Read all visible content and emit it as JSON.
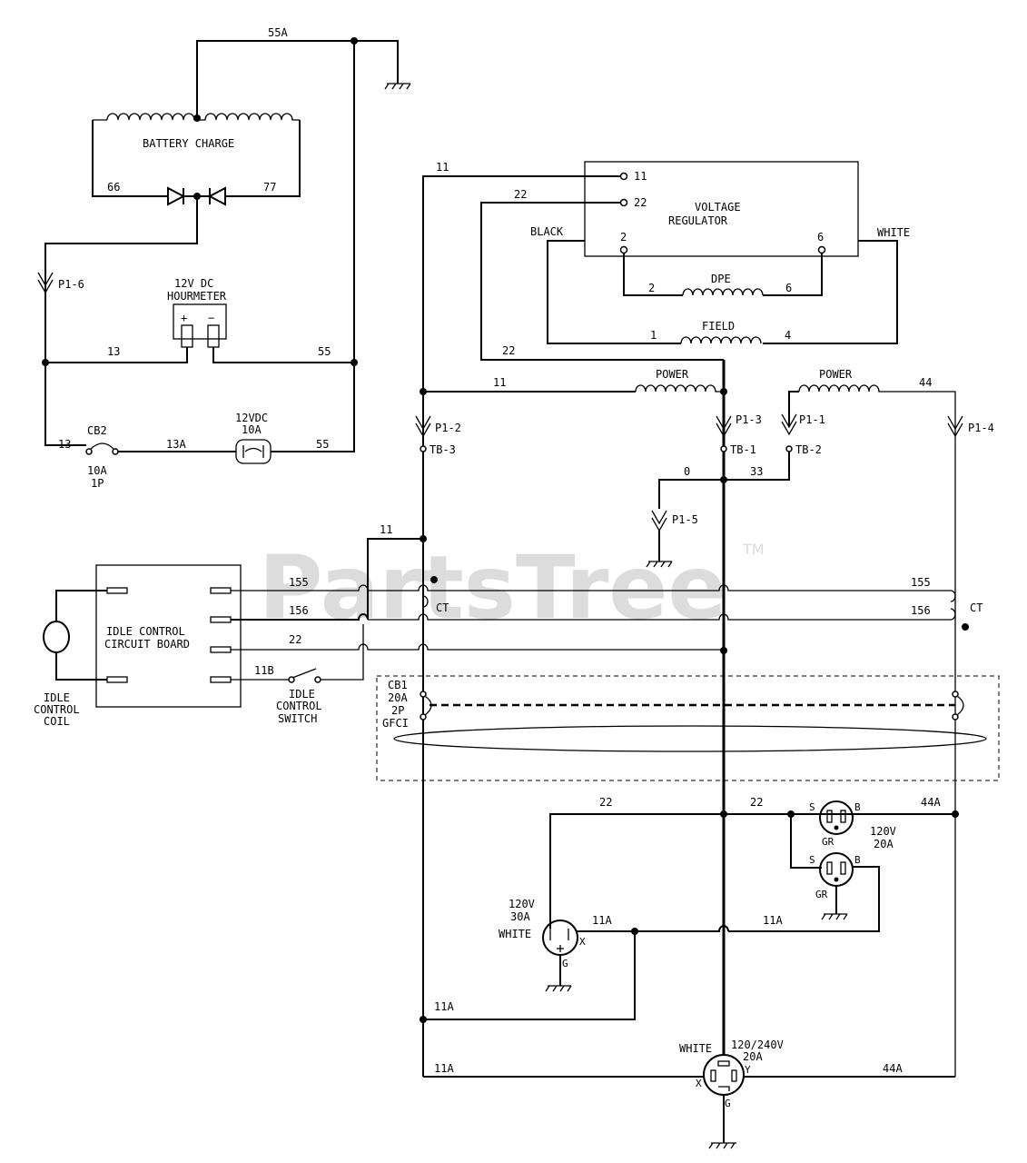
{
  "watermark": {
    "text": "PartsTree",
    "tm": "TM"
  },
  "blocks": {
    "battery_charge": "BATTERY CHARGE",
    "voltage_regulator_1": "VOLTAGE",
    "voltage_regulator_2": "REGULATOR",
    "hourmeter_1": "12V DC",
    "hourmeter_2": "HOURMETER",
    "hourmeter_plus": "+",
    "hourmeter_minus": "−",
    "idle_board_1": "IDLE CONTROL",
    "idle_board_2": "CIRCUIT BOARD",
    "idle_coil_1": "IDLE",
    "idle_coil_2": "CONTROL",
    "idle_coil_3": "COIL",
    "idle_switch_1": "IDLE",
    "idle_switch_2": "CONTROL",
    "idle_switch_3": "SWITCH",
    "dpe": "DPE",
    "field": "FIELD",
    "power_left": "POWER",
    "power_right": "POWER"
  },
  "wires": {
    "w55a": "55A",
    "w66": "66",
    "w77": "77",
    "w11_top": "11",
    "w22_top": "22",
    "black": "BLACK",
    "white": "WHITE",
    "w13": "13",
    "w55": "55",
    "w13_b": "13",
    "w13a": "13A",
    "w55_b": "55",
    "w22_left": "22",
    "w11_power": "11",
    "w44": "44",
    "w0": "0",
    "w33": "33",
    "w11_ct": "11",
    "w155_l": "155",
    "w156_l": "156",
    "w22_ct": "22",
    "w11b": "11B",
    "w155_r": "155",
    "w156_r": "156",
    "ct_l": "CT",
    "ct_r": "CT",
    "w22_lo1": "22",
    "w22_lo2": "22",
    "w44a_top": "44A",
    "w11a_mid": "11A",
    "w11a_mid2": "11A",
    "w11a_l1": "11A",
    "w11a_l2": "11A",
    "w44a_bot": "44A",
    "reg_11": "11",
    "reg_22": "22",
    "reg_2": "2",
    "reg_6": "6",
    "dpe_2": "2",
    "dpe_6": "6",
    "field_1": "1",
    "field_4": "4"
  },
  "connectors": {
    "p1_6": "P1-6",
    "p1_2": "P1-2",
    "tb3": "TB-3",
    "p1_3": "P1-3",
    "tb1": "TB-1",
    "p1_1": "P1-1",
    "tb2": "TB-2",
    "p1_4": "P1-4",
    "p1_5": "P1-5"
  },
  "components": {
    "cb2": "CB2",
    "cb2_rating1": "10A",
    "cb2_rating2": "1P",
    "fuse_1": "12VDC",
    "fuse_2": "10A",
    "cb1_1": "CB1",
    "cb1_2": "20A",
    "cb1_3": "2P",
    "cb1_4": "GFCI",
    "rec_120_20_1": "120V",
    "rec_120_20_2": "20A",
    "rec_120_30_1": "120V",
    "rec_120_30_2": "30A",
    "rec_120_30_color": "WHITE",
    "rec_240_1": "120/240V",
    "rec_240_2": "20A",
    "rec_240_color": "WHITE",
    "pin_s": "S",
    "pin_b": "B",
    "pin_gr": "GR",
    "pin_x": "X",
    "pin_y": "Y",
    "pin_g": "G"
  }
}
